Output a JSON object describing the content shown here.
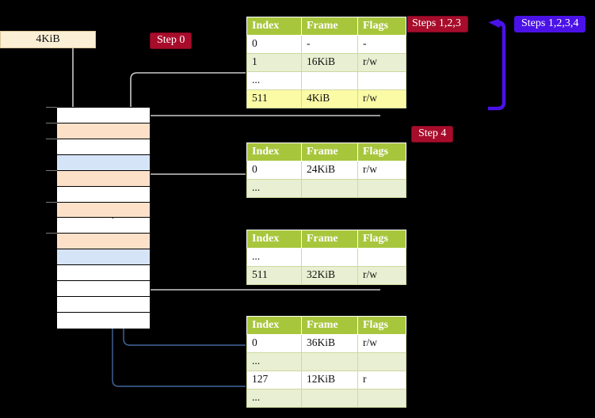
{
  "diagram": {
    "title_badges": {
      "step0": "Step 0",
      "step4": "Step 4",
      "steps123": "Steps 1,2,3",
      "steps1234": "Steps 1,2,3,4"
    },
    "frame_box_label": "4KiB",
    "colors": {
      "header_green": "#A8C63C",
      "row_alt_green": "#E9EFD2",
      "highlight_yellow": "#FBFBA6",
      "peach_row": "#FDE0C8",
      "blue_row": "#D6E4F7",
      "badge_red": "#A80C2B",
      "badge_blue": "#4B12E8",
      "frame_box_cream": "#FBEFD5",
      "gray_arrow": "#BBBBBB",
      "blue_arrow": "#4A6FA5"
    }
  },
  "memory": {
    "name": "physical-memory-column",
    "row_count": 14,
    "rows": [
      {
        "fill": "white",
        "tick": true
      },
      {
        "fill": "peach",
        "tick": true
      },
      {
        "fill": "white",
        "tick": true
      },
      {
        "fill": "blue",
        "tick": false
      },
      {
        "fill": "peach",
        "tick": true
      },
      {
        "fill": "white",
        "tick": false
      },
      {
        "fill": "peach",
        "tick": true
      },
      {
        "fill": "white",
        "tick": false
      },
      {
        "fill": "peach",
        "tick": true
      },
      {
        "fill": "blue",
        "tick": false
      },
      {
        "fill": "white",
        "tick": false
      },
      {
        "fill": "white",
        "tick": false
      },
      {
        "fill": "white",
        "tick": false
      },
      {
        "fill": "white",
        "tick": false
      }
    ]
  },
  "tables": [
    {
      "name": "page-table-level-1",
      "headers": [
        "Index",
        "Frame",
        "Flags"
      ],
      "rows": [
        {
          "cells": [
            "0",
            "-",
            "-"
          ],
          "alt": false,
          "highlight": false
        },
        {
          "cells": [
            "1",
            "16KiB",
            "r/w"
          ],
          "alt": true,
          "highlight": false
        },
        {
          "cells": [
            "...",
            "",
            ""
          ],
          "alt": false,
          "highlight": false
        },
        {
          "cells": [
            "511",
            "4KiB",
            "r/w"
          ],
          "alt": true,
          "highlight": true
        }
      ]
    },
    {
      "name": "page-table-level-2",
      "headers": [
        "Index",
        "Frame",
        "Flags"
      ],
      "rows": [
        {
          "cells": [
            "0",
            "24KiB",
            "r/w"
          ],
          "alt": false,
          "highlight": false
        },
        {
          "cells": [
            "...",
            "",
            ""
          ],
          "alt": true,
          "highlight": false
        }
      ]
    },
    {
      "name": "page-table-level-3",
      "headers": [
        "Index",
        "Frame",
        "Flags"
      ],
      "rows": [
        {
          "cells": [
            "...",
            "",
            ""
          ],
          "alt": false,
          "highlight": false
        },
        {
          "cells": [
            "511",
            "32KiB",
            "r/w"
          ],
          "alt": true,
          "highlight": false
        }
      ]
    },
    {
      "name": "page-table-level-4",
      "headers": [
        "Index",
        "Frame",
        "Flags"
      ],
      "rows": [
        {
          "cells": [
            "0",
            "36KiB",
            "r/w"
          ],
          "alt": false,
          "highlight": false
        },
        {
          "cells": [
            "...",
            "",
            ""
          ],
          "alt": true,
          "highlight": false
        },
        {
          "cells": [
            "127",
            "12KiB",
            "r"
          ],
          "alt": false,
          "highlight": false
        },
        {
          "cells": [
            "...",
            "",
            ""
          ],
          "alt": true,
          "highlight": false
        }
      ]
    }
  ]
}
